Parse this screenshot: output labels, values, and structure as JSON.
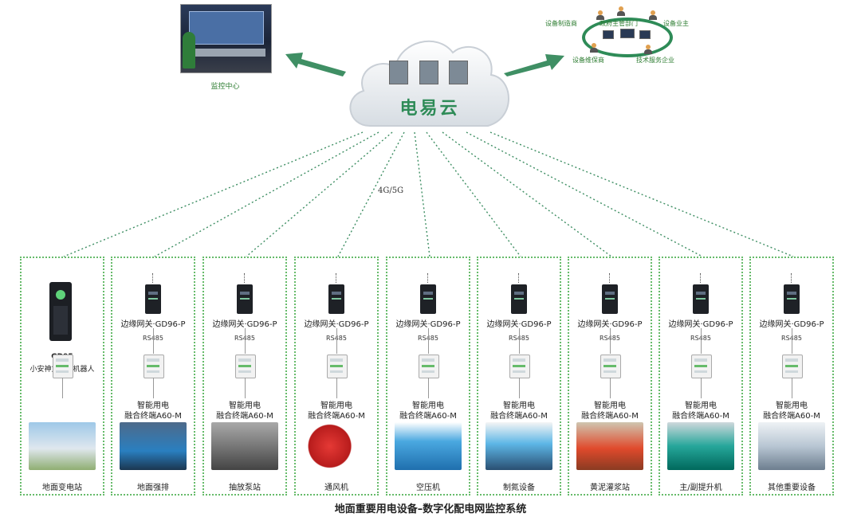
{
  "cloud": {
    "title": "电易云",
    "server_icon": "server-icon"
  },
  "network": {
    "label": "4G/5G"
  },
  "monitor_center": {
    "label": "监控中心"
  },
  "stakeholders": {
    "manufacturer": "设备制造商",
    "government": "政府主管部门",
    "owner": "设备业主",
    "maintainer": "设备维保商",
    "service": "技术服务企业"
  },
  "robot": {
    "name": "GD95",
    "desc": "小安神童值班机器人"
  },
  "gateway": {
    "label": "边缘网关·GD96-P",
    "bus": "RS485"
  },
  "terminal": {
    "line1": "智能用电",
    "line2": "融合终端A60-M"
  },
  "sites": [
    {
      "label": "地面变电站"
    },
    {
      "label": "地面强排"
    },
    {
      "label": "抽放泵站"
    },
    {
      "label": "通风机"
    },
    {
      "label": "空压机"
    },
    {
      "label": "制氮设备"
    },
    {
      "label": "黄泥灌浆站"
    },
    {
      "label": "主/副提升机"
    },
    {
      "label": "其他重要设备"
    }
  ],
  "caption": "地面重要用电设备–数字化配电网监控系统",
  "colors": {
    "accent": "#2e8b57",
    "dotted": "#66bb6a",
    "device": "#1e2126"
  }
}
